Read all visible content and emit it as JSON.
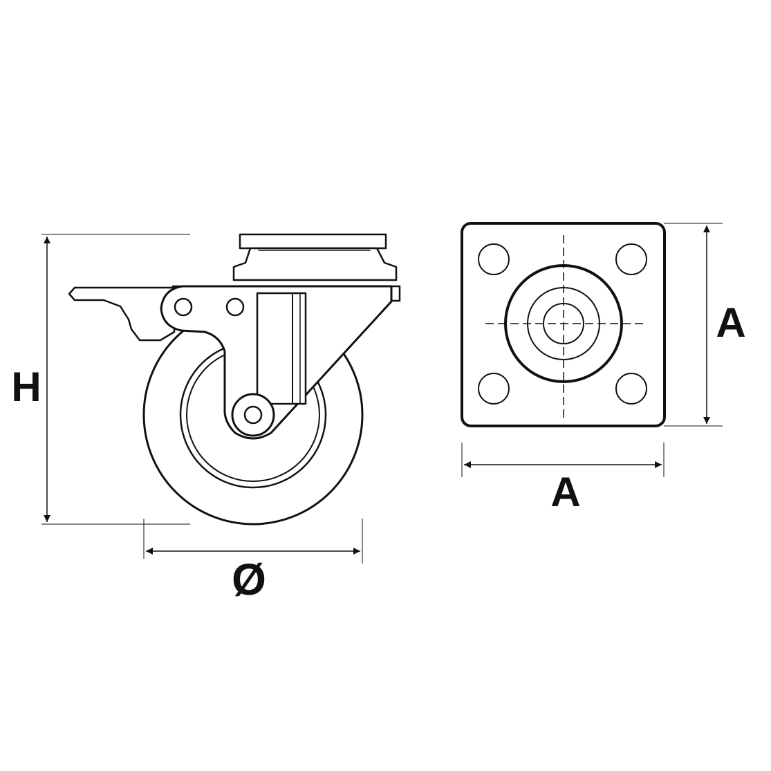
{
  "labels": {
    "height": "H",
    "diameter": "Ø",
    "plate_width": "A",
    "plate_depth": "A"
  },
  "colors": {
    "stroke": "#111111",
    "background": "#ffffff"
  }
}
